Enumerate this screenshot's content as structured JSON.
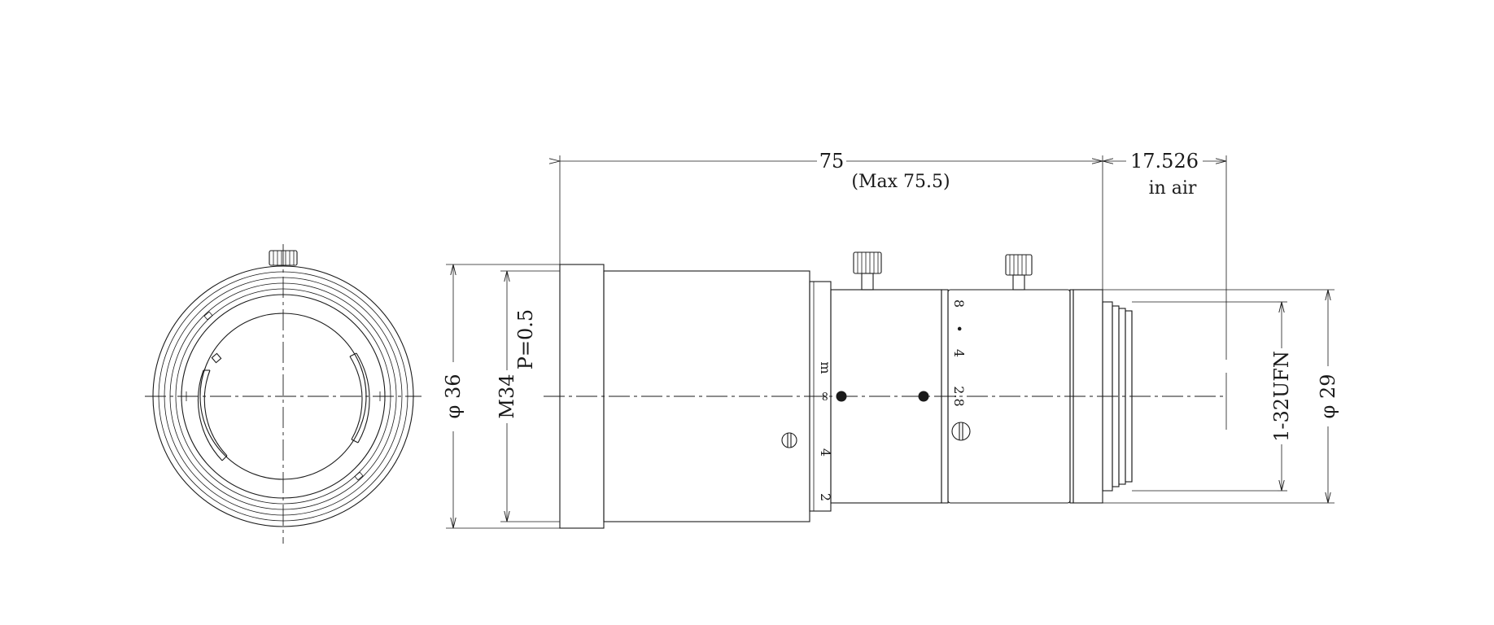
{
  "dimensions": {
    "overall_length": "75",
    "overall_length_max": "(Max 75.5)",
    "flange_back": "17.526",
    "flange_back_note": "in air",
    "front_diameter": "φ 36",
    "filter_thread": "M34",
    "filter_pitch": "P=0.5",
    "mount_thread": "1-32UFN",
    "rear_diameter": "φ 29"
  },
  "focus_scale": {
    "unit": "m",
    "marks": [
      "∞",
      "4",
      "2"
    ]
  },
  "iris_scale": {
    "marks": [
      "8",
      "•",
      "4",
      "2.8"
    ]
  }
}
